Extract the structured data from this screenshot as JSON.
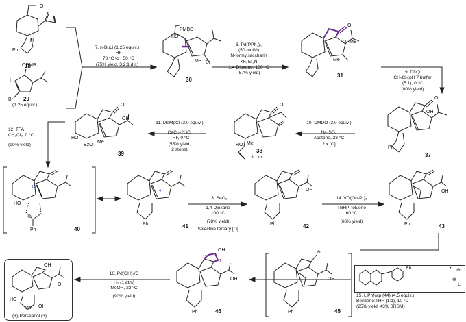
{
  "compounds": {
    "c18": "18",
    "c29": "29",
    "c29_equiv": "(1.25 equiv.)",
    "c30": "30",
    "c31": "31",
    "c37": "37",
    "c38": "38",
    "c38_rr": "3:1 r.r.",
    "c39": "39",
    "c40": "40",
    "c41": "41",
    "c42": "42",
    "c43": "43",
    "c45": "45",
    "c46": "46",
    "final": "(+)-Perseanol (3)"
  },
  "steps": [
    {
      "id": "s7",
      "lines": [
        "7. n-BuLi (1.25 equiv.)",
        "THF",
        "−78 °C to −50 °C",
        "(75% yield, 3.2:1 d.r.)"
      ]
    },
    {
      "id": "s8",
      "lines": [
        "8. Pd(PPh₃)₄",
        "(50 mol%)",
        "N-formylsaccharin",
        "KF, Et₃N",
        "1,4-Dioxane, 100 °C",
        "(57% yield)"
      ]
    },
    {
      "id": "s9",
      "lines": [
        "9. DDQ",
        "CH₂Cl₂:pH 7 buffer",
        "(5:1), 0 °C",
        "(80% yield)"
      ]
    },
    {
      "id": "s10",
      "lines": [
        "10. DMDO (3.0 equiv.)",
        "Na₂SO₄",
        "Acetone, 23 °C",
        "2 x [O]"
      ]
    },
    {
      "id": "s11",
      "lines": [
        "11. MeMgCl (2.0 equiv.)",
        "CeCl₃•2LiCl",
        "THF, 0 °C",
        "(55% yield,",
        "2 steps)"
      ]
    },
    {
      "id": "s12",
      "lines": [
        "12. TFA",
        "CH₂Cl₂, 0 °C",
        "(90% yield)"
      ]
    },
    {
      "id": "s13",
      "lines": [
        "13. SeO₂",
        "1,4-Dioxane",
        "100 °C",
        "(78% yield)",
        "Selective tertiary [O]"
      ]
    },
    {
      "id": "s14",
      "lines": [
        "14. VO(On-Pr)₃",
        "TBHP, toluene",
        "60 °C",
        "(68% yield)"
      ]
    },
    {
      "id": "s15",
      "lines": [
        "15. LiPhNap (44) (4.5 equiv.)",
        "Benzene:THF (1:1), 10 °C",
        "(25% yield, 43% BRSM)"
      ]
    },
    {
      "id": "s16",
      "lines": [
        "16. Pd(OH)₂/C",
        "H₂ (1 atm)",
        "MeOH, 23 °C",
        "(90% yield)"
      ]
    }
  ],
  "atom_labels": {
    "o": "O",
    "h": "H",
    "ph": "Ph",
    "i": "I",
    "br": "Br",
    "opmb": "OPMB",
    "pmbo": "PMBO",
    "ho": "HO",
    "me": "Me",
    "oh": "OH",
    "bzo": "BzO",
    "plus": "⊕",
    "minus": "⊖",
    "li": "Li",
    "dot": "•",
    "n10": "10",
    "n4": "4",
    "n15": "15",
    "n1": "1"
  },
  "colors": {
    "highlight": "#6a2f8a",
    "numbering": "#3050b0"
  }
}
